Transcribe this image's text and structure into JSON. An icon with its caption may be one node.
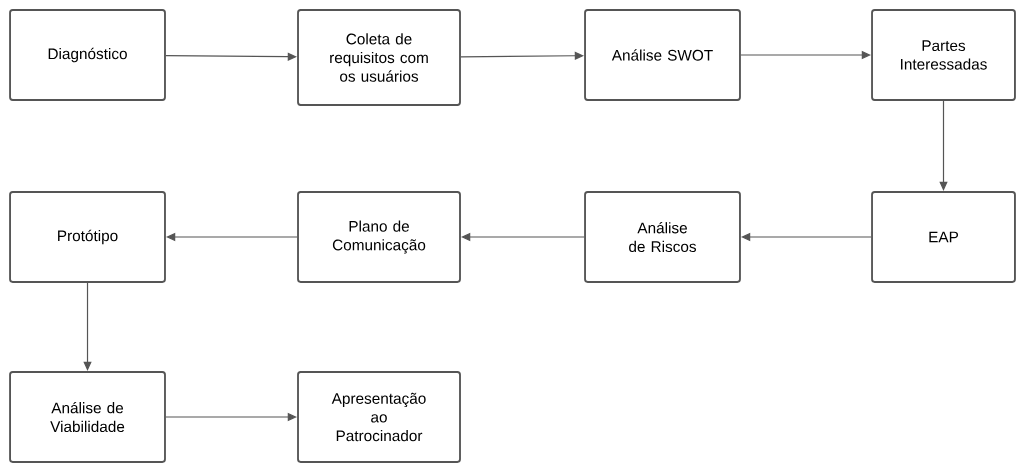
{
  "diagram": {
    "nodes": [
      {
        "text": [
          "Diagnóstico"
        ]
      },
      {
        "text": [
          "Coleta de requisitos com os usuários"
        ]
      },
      {
        "text": [
          "Análise SWOT"
        ]
      },
      {
        "text": [
          "Partes Interessadas"
        ]
      },
      {
        "text": [
          "EAP"
        ]
      },
      {
        "text": [
          "Análise de Riscos"
        ]
      },
      {
        "text": [
          "Plano de Comunicação"
        ]
      },
      {
        "text": [
          "Protótipo"
        ]
      },
      {
        "text": [
          "Análise de Viabilidade"
        ]
      },
      {
        "text": [
          "Apresentação ao Patrocinador"
        ]
      }
    ],
    "edges": [
      {
        "from": 0,
        "to": 1,
        "arrow": "to"
      },
      {
        "from": 1,
        "to": 2,
        "arrow": "to"
      },
      {
        "from": 2,
        "to": 3,
        "arrow": "to"
      },
      {
        "from": 3,
        "to": 4,
        "arrow": "to"
      },
      {
        "from": 4,
        "to": 5,
        "arrow": "to"
      },
      {
        "from": 5,
        "to": 6,
        "arrow": "to"
      },
      {
        "from": 6,
        "to": 7,
        "arrow": "to"
      },
      {
        "from": 7,
        "to": 8,
        "arrow": "to"
      },
      {
        "from": 8,
        "to": 9,
        "arrow": "to"
      }
    ]
  }
}
